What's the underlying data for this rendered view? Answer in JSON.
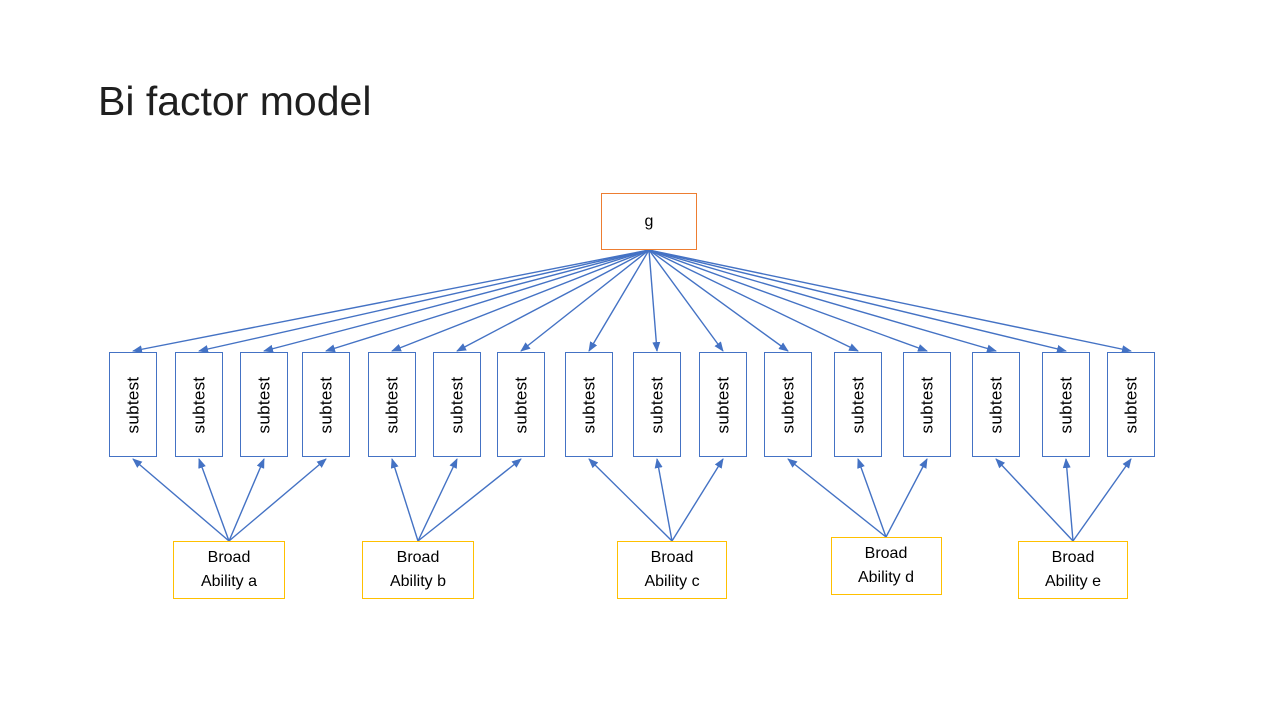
{
  "title": "Bi factor model",
  "colors": {
    "background": "#FFFFFF",
    "title_text": "#1f1f1f",
    "node_text": "#000000",
    "g_border": "#ED7D31",
    "subtest_border": "#4472C4",
    "ability_border": "#FFC000",
    "arrow": "#4472C4"
  },
  "diagram": {
    "g": {
      "label": "g"
    },
    "g_connects_to_all_subtests": true,
    "subtests": [
      {
        "label": "subtest"
      },
      {
        "label": "subtest"
      },
      {
        "label": "subtest"
      },
      {
        "label": "subtest"
      },
      {
        "label": "subtest"
      },
      {
        "label": "subtest"
      },
      {
        "label": "subtest"
      },
      {
        "label": "subtest"
      },
      {
        "label": "subtest"
      },
      {
        "label": "subtest"
      },
      {
        "label": "subtest"
      },
      {
        "label": "subtest"
      },
      {
        "label": "subtest"
      },
      {
        "label": "subtest"
      },
      {
        "label": "subtest"
      },
      {
        "label": "subtest"
      }
    ],
    "abilities": [
      {
        "label_line1": "Broad",
        "label_line2": "Ability a",
        "subtest_indexes": [
          0,
          1,
          2,
          3
        ]
      },
      {
        "label_line1": "Broad",
        "label_line2": "Ability b",
        "subtest_indexes": [
          4,
          5,
          6
        ]
      },
      {
        "label_line1": "Broad",
        "label_line2": "Ability c",
        "subtest_indexes": [
          7,
          8,
          9
        ]
      },
      {
        "label_line1": "Broad",
        "label_line2": "Ability d",
        "subtest_indexes": [
          10,
          11,
          12
        ]
      },
      {
        "label_line1": "Broad",
        "label_line2": "Ability e",
        "subtest_indexes": [
          13,
          14,
          15
        ]
      }
    ]
  }
}
